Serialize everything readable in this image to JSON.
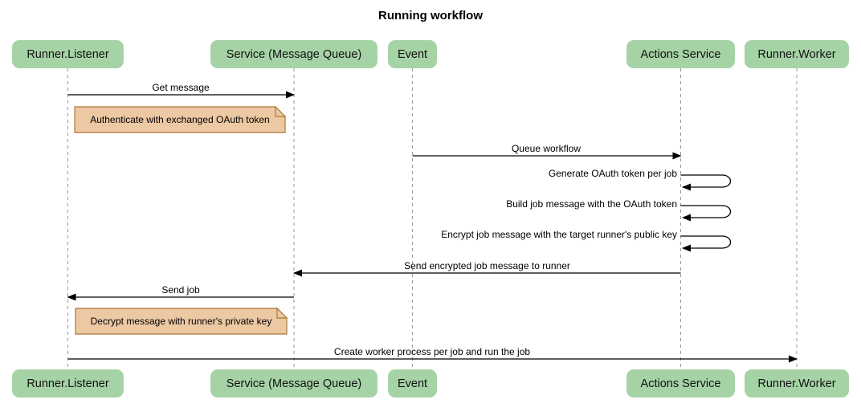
{
  "title": "Running workflow",
  "actors": [
    {
      "label": "Runner.Listener"
    },
    {
      "label": "Service (Message Queue)"
    },
    {
      "label": "Event"
    },
    {
      "label": "Actions Service"
    },
    {
      "label": "Runner.Worker"
    }
  ],
  "messages": [
    {
      "label": "Get message",
      "from": "Runner.Listener",
      "to": "Service (Message Queue)",
      "type": "solid-right"
    },
    {
      "label": "Queue workflow",
      "from": "Event",
      "to": "Actions Service",
      "type": "solid-right"
    },
    {
      "label": "Generate OAuth token per job",
      "from": "Actions Service",
      "to": "Actions Service",
      "type": "self-loop"
    },
    {
      "label": "Build job message with the OAuth token",
      "from": "Actions Service",
      "to": "Actions Service",
      "type": "self-loop"
    },
    {
      "label": "Encrypt job message with the target runner's public key",
      "from": "Actions Service",
      "to": "Actions Service",
      "type": "self-loop"
    },
    {
      "label": "Send encrypted job message to runner",
      "from": "Actions Service",
      "to": "Service (Message Queue)",
      "type": "solid-left"
    },
    {
      "label": "Send job",
      "from": "Service (Message Queue)",
      "to": "Runner.Listener",
      "type": "solid-left"
    },
    {
      "label": "Create worker process per job and run the job",
      "from": "Runner.Listener",
      "to": "Runner.Worker",
      "type": "solid-right"
    }
  ],
  "notes": [
    {
      "label": "Authenticate with exchanged OAuth token",
      "over": "Runner.Listener"
    },
    {
      "label": "Decrypt message with runner's private key",
      "over": "Runner.Listener"
    }
  ],
  "colors": {
    "actor_fill": "#A6D3A6",
    "note_fill": "#ECC8A3",
    "note_border": "#AA7939",
    "lifeline": "#999999",
    "arrow": "#000000",
    "background": "#FFFFFF"
  }
}
